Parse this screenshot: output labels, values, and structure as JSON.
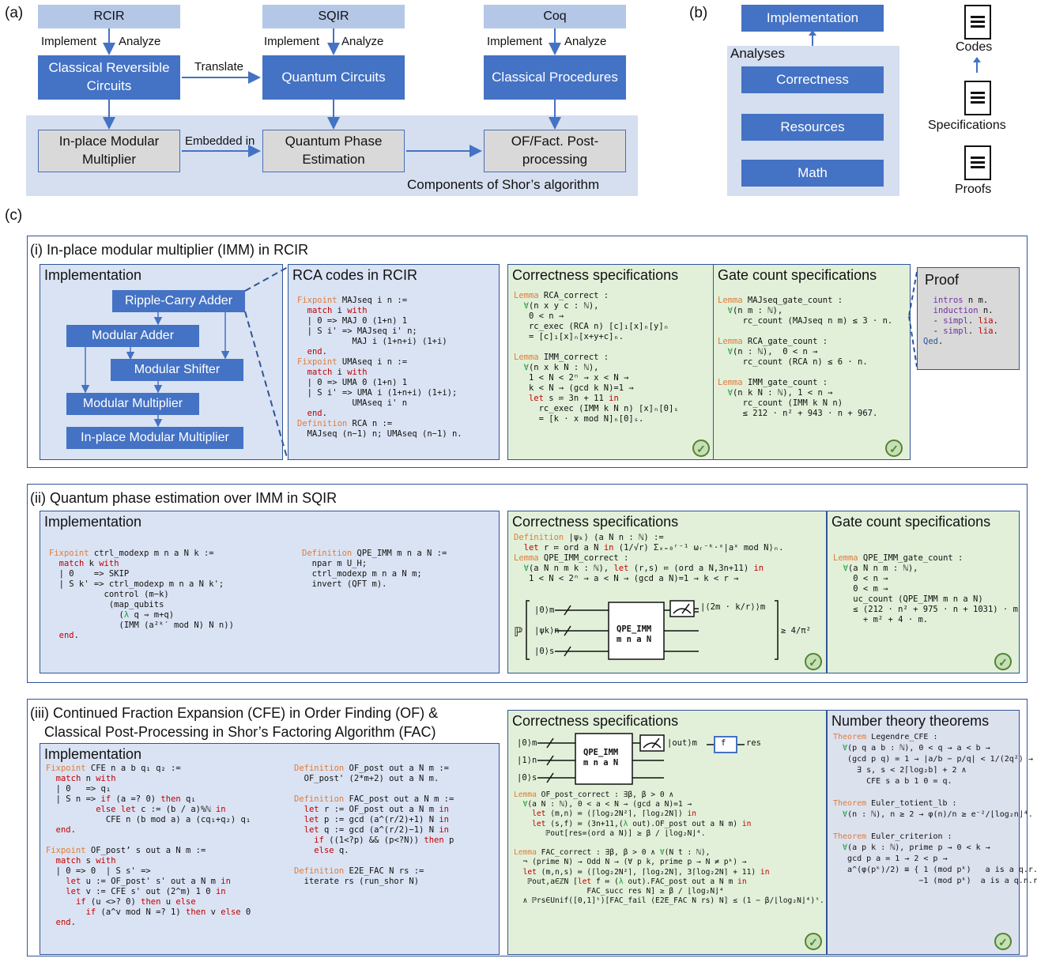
{
  "panel_a": {
    "label": "(a)",
    "headers": [
      "RCIR",
      "SQIR",
      "Coq"
    ],
    "implement": "Implement",
    "analyze": "Analyze",
    "boxes_top": [
      "Classical Reversible Circuits",
      "Quantum Circuits",
      "Classical Procedures"
    ],
    "translate": "Translate",
    "boxes_bottom": [
      "In-place Modular Multiplier",
      "Quantum Phase Estimation",
      "OF/Fact. Post-processing"
    ],
    "embedded_in": "Embedded in",
    "caption": "Components of Shor’s algorithm"
  },
  "panel_b": {
    "label": "(b)",
    "implementation": "Implementation",
    "analyses": "Analyses",
    "items": [
      "Correctness",
      "Resources",
      "Math"
    ],
    "docs": [
      "Codes",
      "Specifications",
      "Proofs"
    ]
  },
  "panel_c": {
    "label": "(c)",
    "s1": {
      "title": "(i) In-place modular multiplier (IMM) in RCIR",
      "impl_title": "Implementation",
      "impl_boxes": [
        "Ripple-Carry Adder",
        "Modular Adder",
        "Modular Shifter",
        "Modular Multiplier",
        "In-place Modular Multiplier"
      ],
      "rca_title": "RCA codes in RCIR",
      "corr_title": "Correctness specifications",
      "gate_title": "Gate count specifications",
      "proof_title": "Proof"
    },
    "s2": {
      "title": "(ii) Quantum phase estimation over IMM in SQIR",
      "impl_title": "Implementation",
      "corr_title": "Correctness specifications",
      "gate_title": "Gate count specifications",
      "circuit_box": "QPE_IMM\nm n a N",
      "circuit_inputs": [
        "|0⟩m",
        "|ψk⟩n",
        "|0⟩s"
      ],
      "circuit_out": "|⟨2m · k/r⟩⟩m",
      "prob_rhs": "≥ 4/π²"
    },
    "s3": {
      "title_line1": "(iii) Continued Fraction Expansion (CFE) in Order Finding (OF) &",
      "title_line2": "Classical Post-Processing in Shor’s Factoring Algorithm (FAC)",
      "impl_title": "Implementation",
      "corr_title": "Correctness specifications",
      "num_title": "Number theory theorems",
      "circuit_box": "QPE_IMM\nm n a N",
      "circuit_inputs": [
        "|0⟩m",
        "|1⟩n",
        "|0⟩s"
      ],
      "circuit_out": "|out⟩m",
      "f_box": "f",
      "res": "res"
    }
  },
  "colors": {
    "blue": "#4472c4",
    "light_blue": "#dae3f3",
    "green": "#e2f0d9",
    "grey": "#d9d9d9",
    "keyword": "#e07b39",
    "red": "#c00000"
  }
}
